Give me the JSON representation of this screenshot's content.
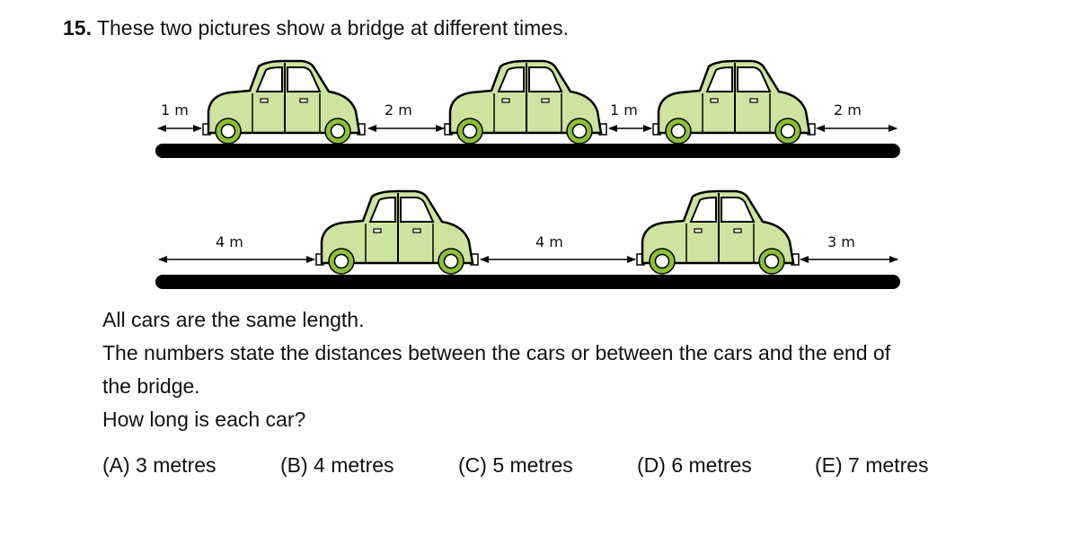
{
  "question": {
    "number": "15.",
    "intro": "These two pictures show a bridge at different times.",
    "lines": [
      "All cars are the same length.",
      "The numbers state the distances between the cars or between the cars and the end of",
      "the bridge.",
      "How long is each car?"
    ],
    "options": [
      "(A) 3 metres",
      "(B) 4 metres",
      "(C) 5 metres",
      "(D) 6 metres",
      "(E) 7 metres"
    ]
  },
  "figure": {
    "top_labels": [
      "1 m",
      "2 m",
      "1 m",
      "2 m"
    ],
    "bottom_labels": [
      "4 m",
      "4 m",
      "3 m"
    ],
    "colors": {
      "car_body": "#cde3a0",
      "wheel": "#8cbf3a",
      "bridge": "#000000"
    }
  }
}
